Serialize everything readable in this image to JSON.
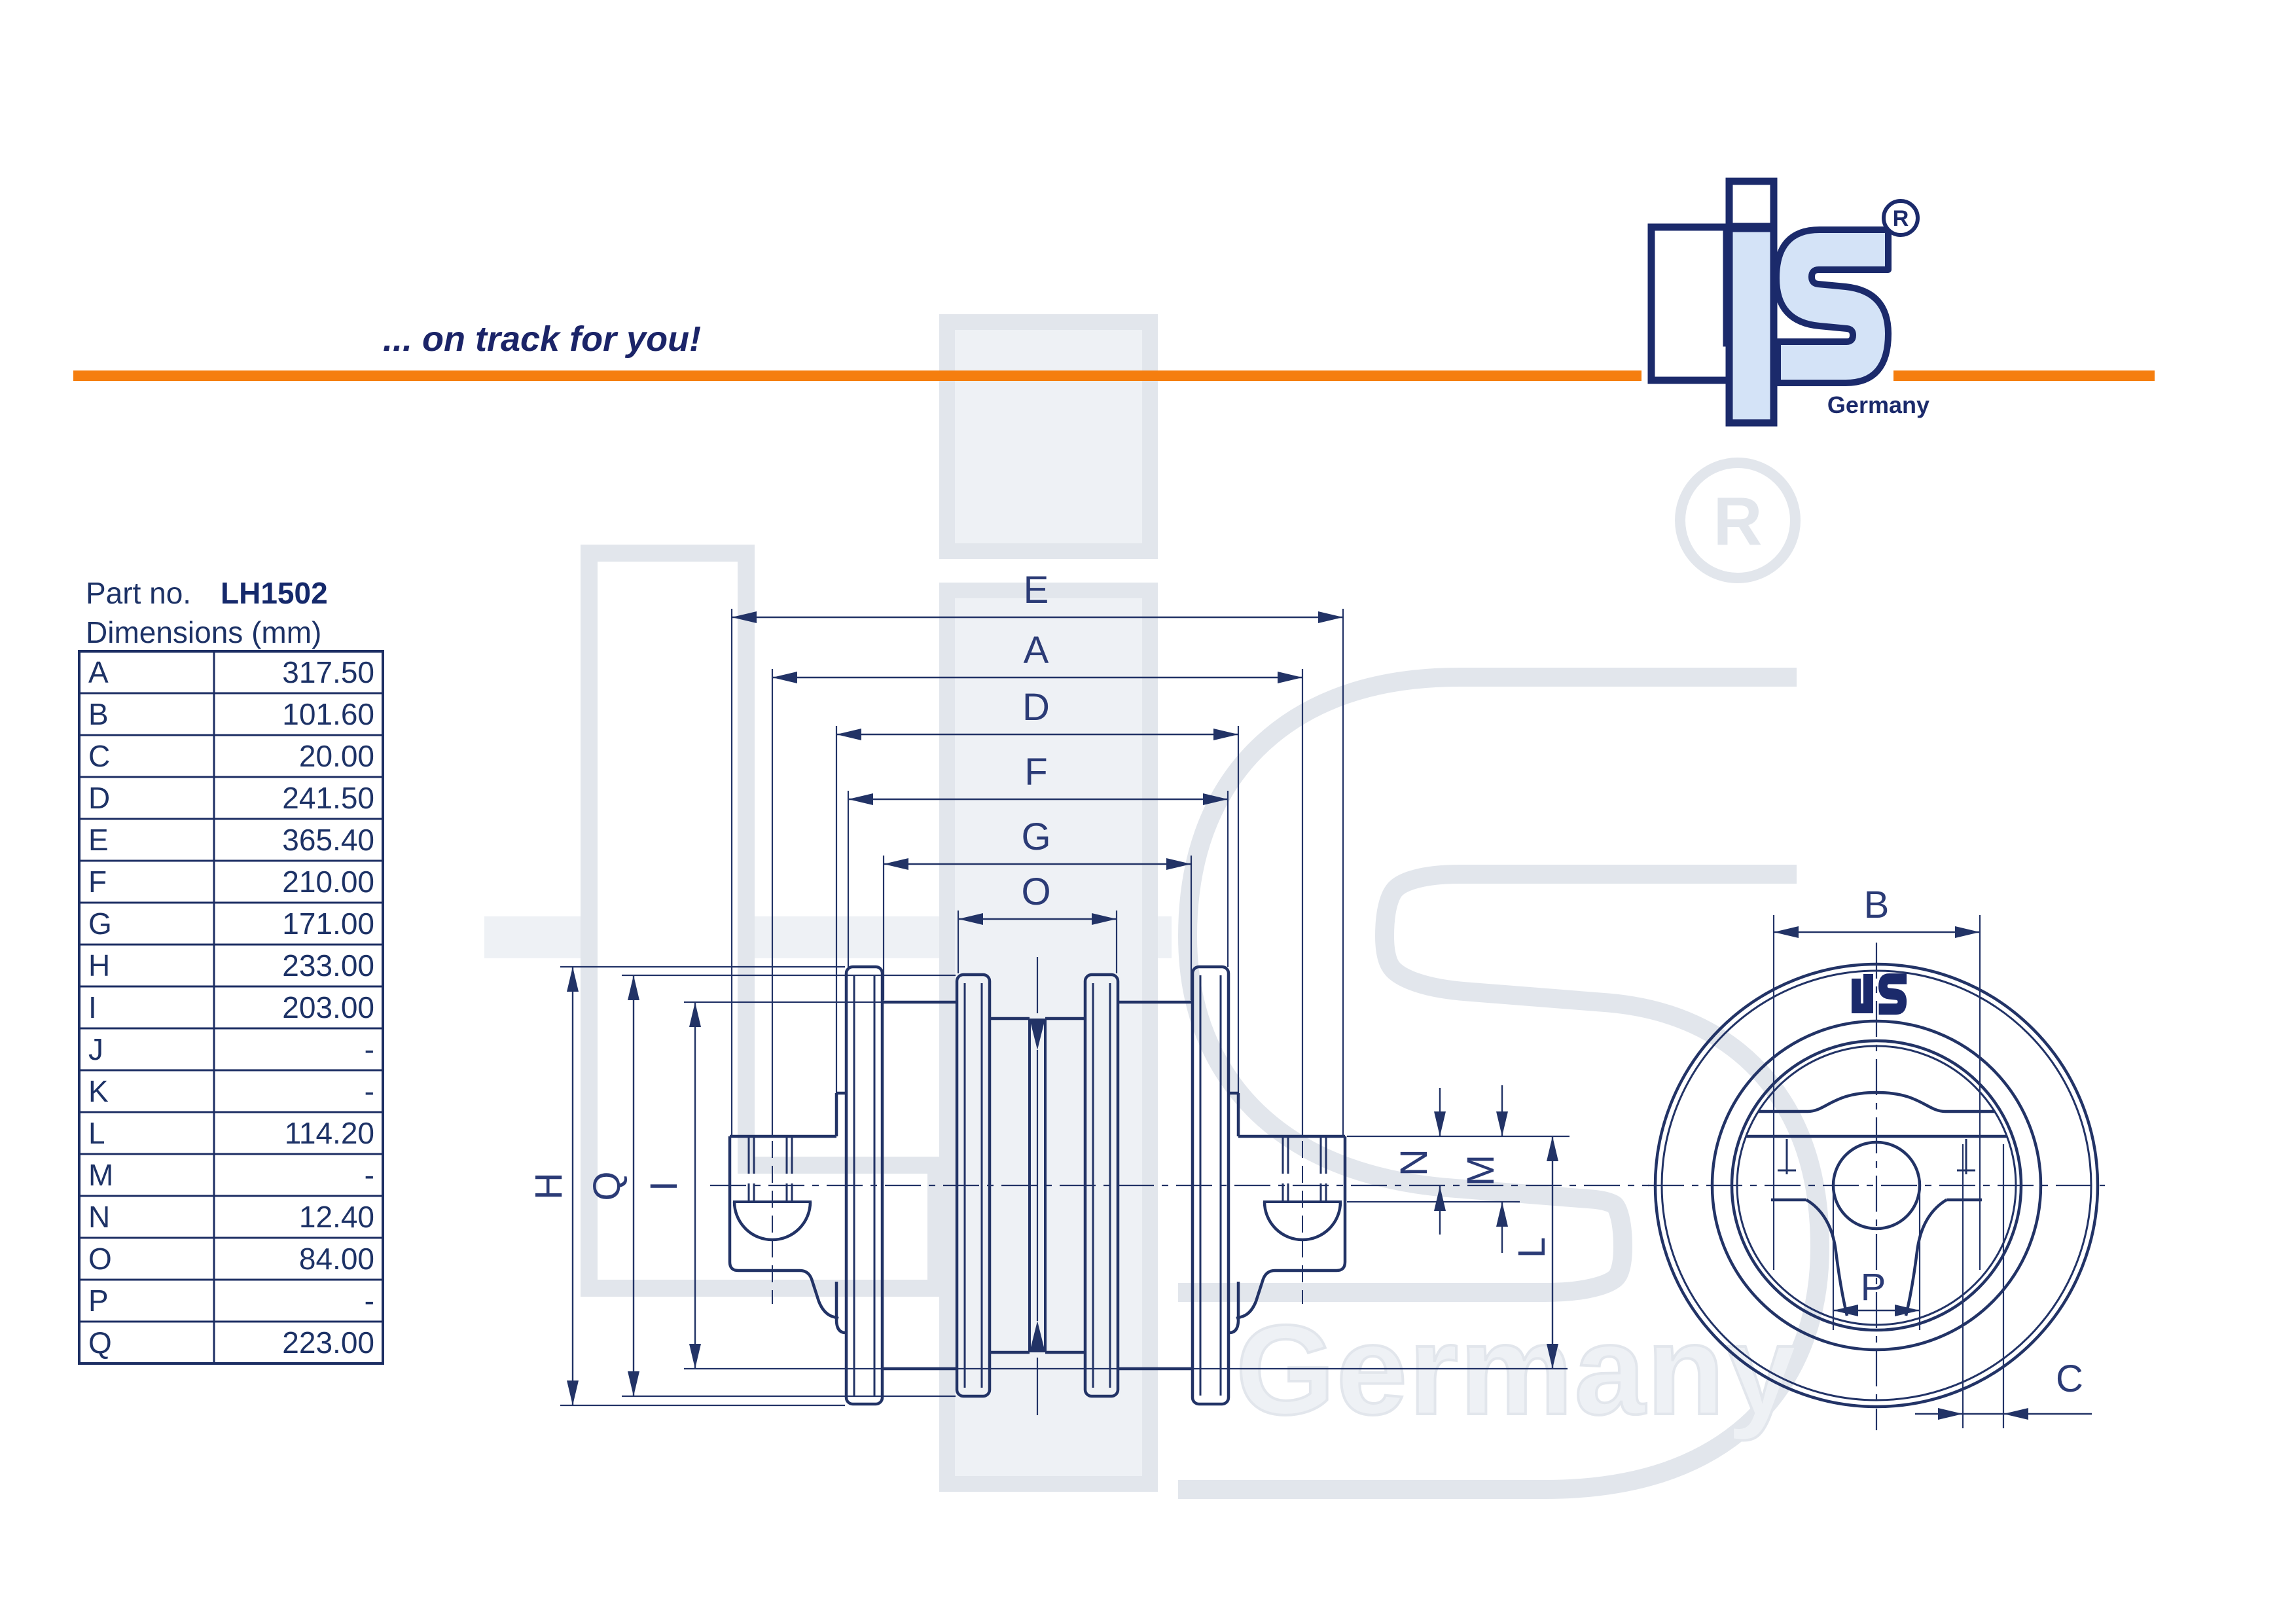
{
  "slogan": "... on track for you!",
  "logo": {
    "registered": "R",
    "country": "Germany"
  },
  "part": {
    "label": "Part no.",
    "number": "LH1502",
    "dims_heading": "Dimensions (mm)"
  },
  "table": {
    "rows": [
      {
        "label": "A",
        "value": "317.50"
      },
      {
        "label": "B",
        "value": "101.60"
      },
      {
        "label": "C",
        "value": "20.00"
      },
      {
        "label": "D",
        "value": "241.50"
      },
      {
        "label": "E",
        "value": "365.40"
      },
      {
        "label": "F",
        "value": "210.00"
      },
      {
        "label": "G",
        "value": "171.00"
      },
      {
        "label": "H",
        "value": "233.00"
      },
      {
        "label": "I",
        "value": "203.00"
      },
      {
        "label": "J",
        "value": "-"
      },
      {
        "label": "K",
        "value": "-"
      },
      {
        "label": "L",
        "value": "114.20"
      },
      {
        "label": "M",
        "value": "-"
      },
      {
        "label": "N",
        "value": "12.40"
      },
      {
        "label": "O",
        "value": "84.00"
      },
      {
        "label": "P",
        "value": "-"
      },
      {
        "label": "Q",
        "value": "223.00"
      }
    ]
  },
  "drawing": {
    "top_dims": [
      "E",
      "A",
      "D",
      "F",
      "G",
      "O"
    ],
    "left_dims": [
      "H",
      "Q",
      "I"
    ],
    "right_dims": [
      "N",
      "M",
      "L"
    ],
    "front_dims": [
      "B",
      "P",
      "C"
    ],
    "watermark": {
      "registered": "R",
      "country": "Germany"
    }
  },
  "colors": {
    "accent": "#F57E0F",
    "navy": "#1B2A6B",
    "line": "#223366",
    "light_blue": "#D4E3F7",
    "watermark": "#E2E6EC"
  }
}
